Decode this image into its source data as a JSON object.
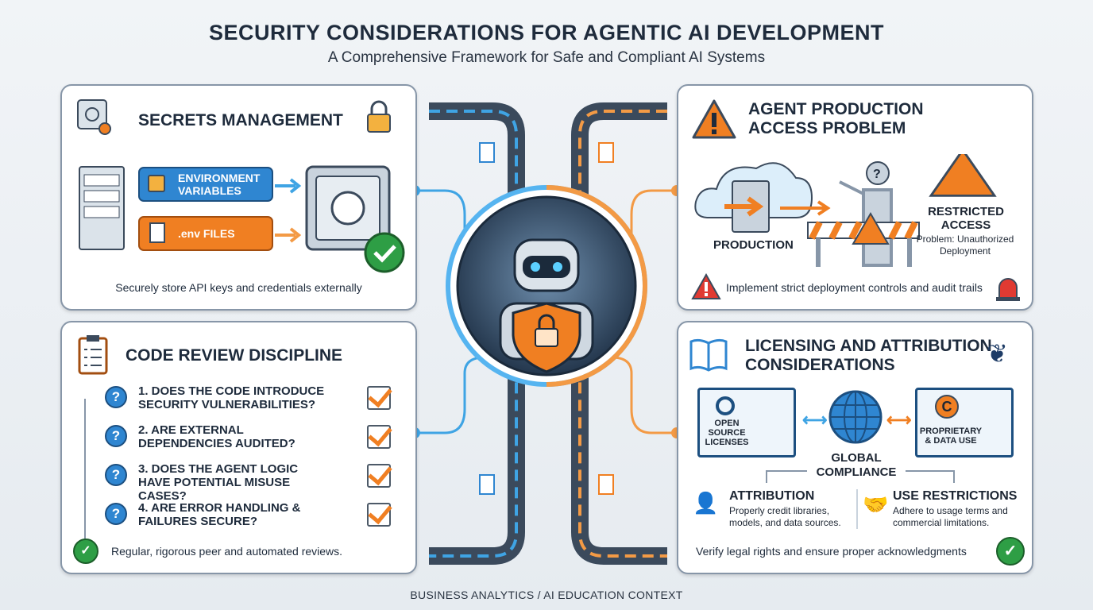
{
  "header": {
    "title": "SECURITY CONSIDERATIONS FOR AGENTIC AI DEVELOPMENT",
    "subtitle": "A Comprehensive Framework for Safe and Compliant AI Systems"
  },
  "secrets": {
    "title": "SECRETS MANAGEMENT",
    "env_vars": "ENVIRONMENT VARIABLES",
    "env_files": ".env FILES",
    "caption": "Securely store API keys and credentials externally"
  },
  "code_review": {
    "title": "CODE REVIEW DISCIPLINE",
    "questions": [
      "1. DOES THE CODE INTRODUCE SECURITY VULNERABILITIES?",
      "2. ARE EXTERNAL DEPENDENCIES AUDITED?",
      "3. DOES THE AGENT LOGIC HAVE POTENTIAL MISUSE CASES?",
      "4. ARE ERROR HANDLING & FAILURES SECURE?"
    ],
    "caption": "Regular, rigorous peer and automated reviews."
  },
  "production": {
    "title": "AGENT PRODUCTION ACCESS PROBLEM",
    "production_label": "PRODUCTION",
    "restricted": "RESTRICTED ACCESS",
    "problem": "Problem: Unauthorized Deployment",
    "caption": "Implement strict deployment controls and audit trails"
  },
  "licensing": {
    "title": "LICENSING AND ATTRIBUTION CONSIDERATIONS",
    "open_source": "OPEN SOURCE LICENSES",
    "proprietary": "PROPRIETARY & DATA USE",
    "global": "GLOBAL COMPLIANCE",
    "attribution_title": "ATTRIBUTION",
    "attribution_text": "Properly credit libraries, models, and data sources.",
    "use_title": "USE RESTRICTIONS",
    "use_text": "Adhere to usage terms and commercial limitations.",
    "caption": "Verify legal rights and ensure proper acknowledgments"
  },
  "footer": "BUSINESS ANALYTICS / AI EDUCATION CONTEXT",
  "colors": {
    "blue": "#2f86d1",
    "orange": "#f07f22",
    "green": "#2e9e45",
    "red": "#e03a32",
    "dark": "#1e2b3c"
  }
}
